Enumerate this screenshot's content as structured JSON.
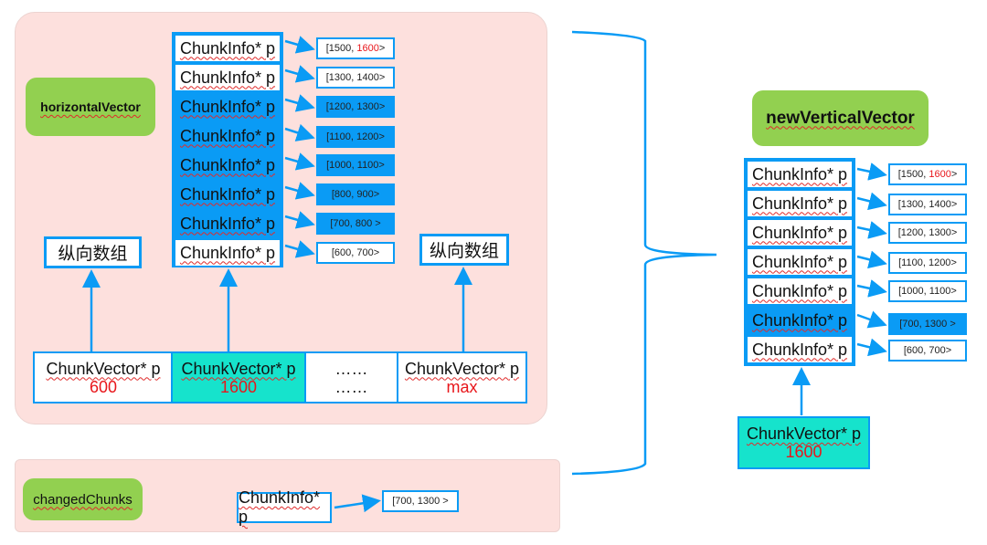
{
  "colors": {
    "panel_bg": "#fde0dd",
    "label_green": "#92d050",
    "accent_blue": "#0a9bf5",
    "highlight_cyan": "#16e3cc",
    "value_red": "#e8161b"
  },
  "horizontal_vector": {
    "label": "horizontalVector",
    "chunk_infos": [
      {
        "label": "ChunkInfo* p",
        "style": "white",
        "range_start": "[1500, ",
        "range_end": "1600",
        "range_end_red": true,
        "range_suffix": ">",
        "range_style": "white"
      },
      {
        "label": "ChunkInfo* p",
        "style": "white",
        "range_start": "[1300, ",
        "range_end": "1400",
        "range_end_red": false,
        "range_suffix": ">",
        "range_style": "white"
      },
      {
        "label": "ChunkInfo* p",
        "style": "blue",
        "range_start": "[1200, ",
        "range_end": "1300",
        "range_end_red": false,
        "range_suffix": ">",
        "range_style": "blue"
      },
      {
        "label": "ChunkInfo* p",
        "style": "blue",
        "range_start": "[1100, ",
        "range_end": "1200",
        "range_end_red": false,
        "range_suffix": ">",
        "range_style": "blue"
      },
      {
        "label": "ChunkInfo* p",
        "style": "blue",
        "range_start": "[1000, ",
        "range_end": "1100",
        "range_end_red": false,
        "range_suffix": ">",
        "range_style": "blue"
      },
      {
        "label": "ChunkInfo* p",
        "style": "blue",
        "range_start": "[800, ",
        "range_end": "900",
        "range_end_red": false,
        "range_suffix": ">",
        "range_style": "blue"
      },
      {
        "label": "ChunkInfo* p",
        "style": "blue",
        "range_start": "[700, ",
        "range_end": "800",
        "range_end_red": false,
        "range_suffix": " >",
        "range_style": "blue"
      },
      {
        "label": "ChunkInfo* p",
        "style": "white",
        "range_start": "[600, ",
        "range_end": "700",
        "range_end_red": false,
        "range_suffix": ">",
        "range_style": "white"
      }
    ],
    "vertical_array_labels": [
      "纵向数组",
      "纵向数组"
    ],
    "chunk_vectors": [
      {
        "label": "ChunkVector* p",
        "value": "600",
        "style": "white"
      },
      {
        "label": "ChunkVector* p",
        "value": "1600",
        "style": "cyan"
      },
      {
        "label": "……",
        "value": "……",
        "style": "white"
      },
      {
        "label": "ChunkVector* p",
        "value": "max",
        "style": "white"
      }
    ]
  },
  "changed_chunks": {
    "label": "changedChunks",
    "chunk_info": {
      "label": "ChunkInfo* p",
      "range": "[700, 1300 >"
    }
  },
  "new_vertical_vector": {
    "label": "newVerticalVector",
    "chunk_infos": [
      {
        "label": "ChunkInfo* p",
        "style": "white",
        "range_start": "[1500, ",
        "range_end": "1600",
        "range_end_red": true,
        "range_suffix": ">",
        "range_style": "white"
      },
      {
        "label": "ChunkInfo* p",
        "style": "white",
        "range_start": "[1300, ",
        "range_end": "1400",
        "range_end_red": false,
        "range_suffix": ">",
        "range_style": "white"
      },
      {
        "label": "ChunkInfo* p",
        "style": "white",
        "range_start": "[1200, ",
        "range_end": "1300",
        "range_end_red": false,
        "range_suffix": ">",
        "range_style": "white"
      },
      {
        "label": "ChunkInfo* p",
        "style": "white",
        "range_start": "[1100, ",
        "range_end": "1200",
        "range_end_red": false,
        "range_suffix": ">",
        "range_style": "white"
      },
      {
        "label": "ChunkInfo* p",
        "style": "white",
        "range_start": "[1000, ",
        "range_end": "1100",
        "range_end_red": false,
        "range_suffix": ">",
        "range_style": "white"
      },
      {
        "label": "ChunkInfo* p",
        "style": "blue",
        "range_start": "[700, ",
        "range_end": "1300",
        "range_end_red": false,
        "range_suffix": " >",
        "range_style": "blue"
      },
      {
        "label": "ChunkInfo* p",
        "style": "white",
        "range_start": "[600, ",
        "range_end": "700",
        "range_end_red": false,
        "range_suffix": ">",
        "range_style": "white"
      }
    ],
    "chunk_vector": {
      "label": "ChunkVector* p",
      "value": "1600"
    }
  }
}
